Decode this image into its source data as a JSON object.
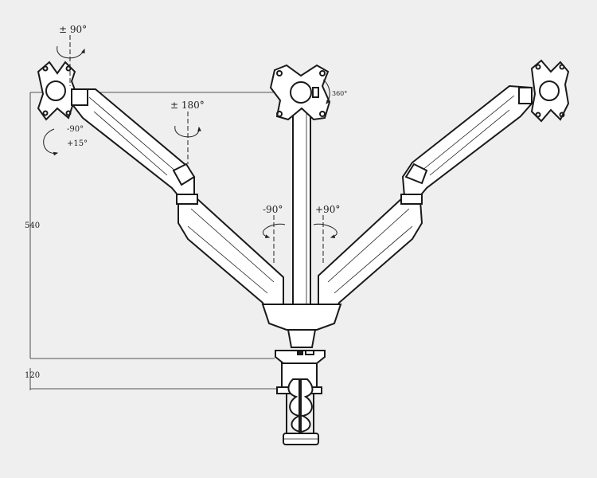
{
  "diagram": {
    "annotations": {
      "tilt_left": "± 90°",
      "swivel_arm": "± 180°",
      "rotate_neg": "-90°",
      "rotate_pos": "+15°",
      "pan_left": "-90°",
      "pan_right": "+90°",
      "rotation_center": "360°"
    },
    "dimensions": {
      "height": "540",
      "clamp": "120"
    },
    "colors": {
      "background": "#efefef",
      "line": "#1a1a1a"
    }
  }
}
